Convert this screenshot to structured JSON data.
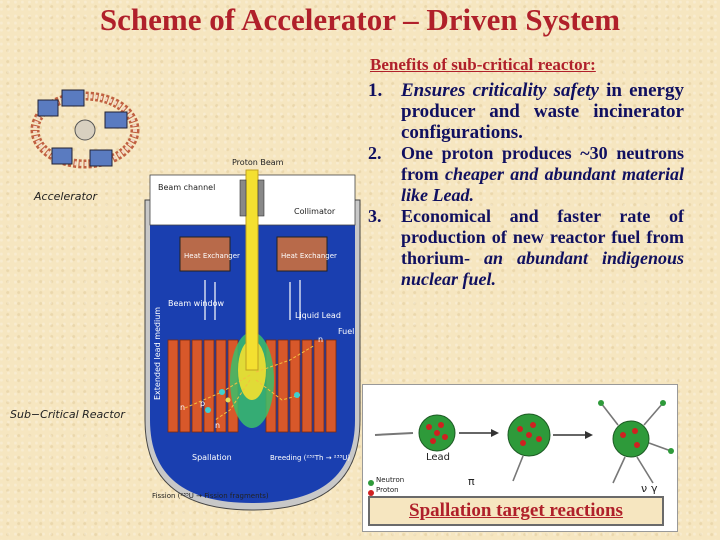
{
  "title": "Scheme of Accelerator – Driven System",
  "benefits": {
    "heading": "Benefits of sub-critical reactor:",
    "items": [
      {
        "num": "1.",
        "segments": [
          {
            "text": "Ensures criticality safety",
            "italic": true
          },
          {
            "text": " in energy producer and waste incinerator configurations.",
            "italic": false
          }
        ]
      },
      {
        "num": "2.",
        "segments": [
          {
            "text": "One proton produces ~30 neutrons from ",
            "italic": false
          },
          {
            "text": "cheaper and abundant material like Lead.",
            "italic": true
          }
        ]
      },
      {
        "num": "3.",
        "segments": [
          {
            "text": "Economical and faster rate of production of new reactor fuel from thorium- ",
            "italic": false
          },
          {
            "text": "an abundant indigenous nuclear fuel.",
            "italic": true
          }
        ]
      }
    ]
  },
  "diagram": {
    "accelerator_label": "Accelerator",
    "subcritical_label": "Sub−Critical Reactor",
    "proton_beam": "Proton Beam",
    "beam_channel": "Beam channel",
    "collimator": "Collimator",
    "heat_exchanger": "Heat Exchanger",
    "beam_window": "Beam window",
    "liquid_lead": "Liquid Lead",
    "fuel": "Fuel",
    "medium": "Extended lead medium",
    "spallation": "Spallation",
    "breeding": "Breeding (²³²Th → ²³³U)",
    "fission": "Fission (²³⁵U → Fission fragments)",
    "neutron_symbol": "n",
    "proton_symbol": "p"
  },
  "spallation": {
    "lead_label": "Lead",
    "legend_neutron": "Neutron",
    "legend_proton": "Proton",
    "pi": "π",
    "gamma": "γ",
    "nu": "ν",
    "caption": "Spallation target reactions"
  },
  "colors": {
    "title": "#b0202a",
    "body_text": "#101060",
    "background": "#f6e6c0",
    "reactor_blue": "#1a3fb0",
    "beam_yellow": "#f4e030",
    "fuel_orange": "#d8582a",
    "neutron_green": "#2e9a3a",
    "proton_red": "#d02020"
  }
}
